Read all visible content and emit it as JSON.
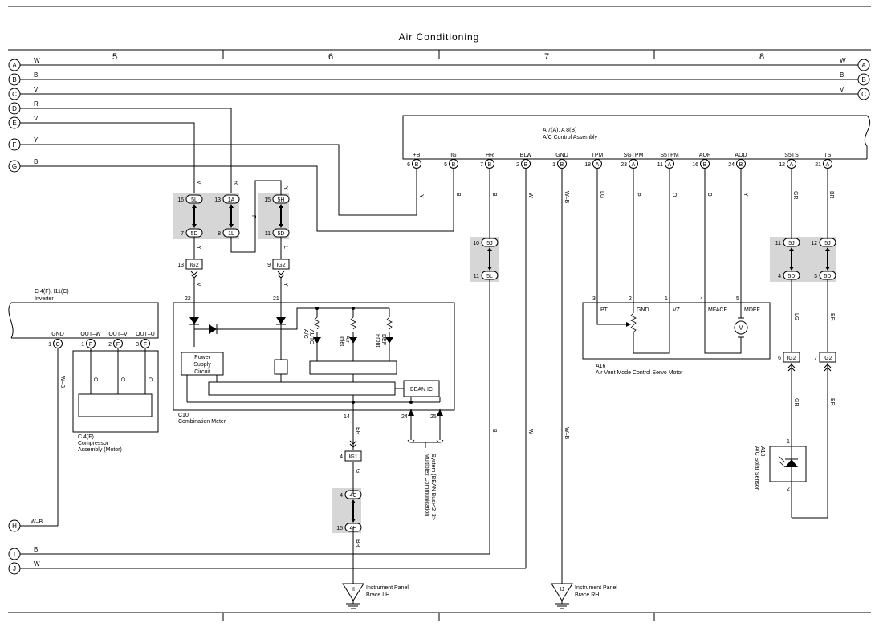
{
  "title": "Air Conditioning",
  "columns": [
    "5",
    "6",
    "7",
    "8"
  ],
  "bus_lines": [
    {
      "id": "A",
      "color": "W"
    },
    {
      "id": "B",
      "color": "B"
    },
    {
      "id": "C",
      "color": "V"
    }
  ],
  "left_terminals": [
    {
      "id": "D",
      "color": "R"
    },
    {
      "id": "E",
      "color": "V"
    },
    {
      "id": "F",
      "color": "Y"
    },
    {
      "id": "G",
      "color": "B"
    },
    {
      "id": "H",
      "color": "W–B"
    },
    {
      "id": "I",
      "color": "B"
    },
    {
      "id": "J",
      "color": "W"
    }
  ],
  "ac_control": {
    "title1": "A 7(A), A 8(B)",
    "title2": "A/C Control Assembly",
    "pins": [
      {
        "name": "+B",
        "num": "6",
        "conn": "B",
        "wire": "Y"
      },
      {
        "name": "IG",
        "num": "5",
        "conn": "B",
        "wire": "B"
      },
      {
        "name": "HR",
        "num": "7",
        "conn": "B",
        "wire": "B"
      },
      {
        "name": "BLW",
        "num": "2",
        "conn": "B",
        "wire": "W"
      },
      {
        "name": "GND",
        "num": "1",
        "conn": "B",
        "wire": "W–B"
      },
      {
        "name": "TPM",
        "num": "18",
        "conn": "A",
        "wire": "LG"
      },
      {
        "name": "SGTPM",
        "num": "23",
        "conn": "A",
        "wire": "P"
      },
      {
        "name": "S5TPM",
        "num": "11",
        "conn": "A",
        "wire": "O"
      },
      {
        "name": "AOF",
        "num": "16",
        "conn": "B",
        "wire": "B"
      },
      {
        "name": "AOD",
        "num": "24",
        "conn": "B",
        "wire": "Y"
      },
      {
        "name": "S5TS",
        "num": "12",
        "conn": "A",
        "wire": "GR"
      },
      {
        "name": "TS",
        "num": "21",
        "conn": "A",
        "wire": "BR"
      }
    ]
  },
  "junctions": [
    {
      "top": "5L",
      "top_num": "16",
      "bot": "5D",
      "bot_num": "7",
      "wire_in": "V",
      "wire_out": "Y"
    },
    {
      "top": "1A",
      "top_num": "13",
      "bot": "1L",
      "bot_num": "8",
      "wire_in": "R",
      "wire_out": "P"
    },
    {
      "top": "5H",
      "top_num": "15",
      "bot": "5D",
      "bot_num": "11",
      "wire_in": "Y",
      "wire_out": "L"
    },
    {
      "top": "5J",
      "top_num": "10",
      "bot": "5L",
      "bot_num": "11"
    },
    {
      "top": "5J",
      "top_num": "11",
      "bot": "5D",
      "bot_num": "4"
    },
    {
      "top": "5J",
      "top_num": "12",
      "bot": "5D",
      "bot_num": "3"
    },
    {
      "top": "4C",
      "top_num": "4",
      "bot": "4H",
      "bot_num": "15"
    }
  ],
  "ig_connectors": [
    {
      "num": "13",
      "label": "IG2",
      "wire": "V"
    },
    {
      "num": "9",
      "label": "IG2",
      "wire": "Y"
    },
    {
      "num": "6",
      "label": "IG2"
    },
    {
      "num": "7",
      "label": "IG2"
    },
    {
      "num": "4",
      "label": "IG1"
    }
  ],
  "inverter": {
    "title1": "C 4(F), I11(C)",
    "title2": "Inverter",
    "pins": [
      {
        "name": "GND",
        "num": "1",
        "conn": "C"
      },
      {
        "name": "OUT–W",
        "num": "1",
        "conn": "F"
      },
      {
        "name": "OUT–V",
        "num": "2",
        "conn": "F"
      },
      {
        "name": "OUT–U",
        "num": "3",
        "conn": "F"
      }
    ],
    "wire_labels": [
      "O",
      "O",
      "O"
    ],
    "gnd_wire": "W–B"
  },
  "compressor": {
    "line1": "C 4(F)",
    "line2": "Compressor",
    "line3": "Assembly (Motor)"
  },
  "combination_meter": {
    "id": "C10",
    "name": "Combination Meter",
    "pins": [
      "22",
      "21",
      "14",
      "24",
      "25"
    ],
    "power_supply": [
      "Power",
      "Supply",
      "Circuit"
    ],
    "bean_ic": "BEAN IC",
    "leds": [
      [
        "A/C",
        "AUTO"
      ],
      [
        "Inlet",
        "Air"
      ],
      [
        "Front",
        "DEF"
      ]
    ],
    "wire_14": "BR",
    "wire_ig1": "G",
    "wire_4h": "BR"
  },
  "multiplex_note": [
    "Multiplex Communication",
    "System (BEAN Bus)<2–3>"
  ],
  "servo_motor": {
    "id": "A16",
    "name": "Air Vent Mode Control Servo Motor",
    "pins": [
      {
        "num": "3",
        "name": "PT"
      },
      {
        "num": "2",
        "name": "GND"
      },
      {
        "num": "1",
        "name": "VZ"
      },
      {
        "num": "4",
        "name": "MFACE"
      },
      {
        "num": "5",
        "name": "MDEF"
      }
    ],
    "motor": "M"
  },
  "solar_sensor": {
    "id": "A10",
    "name": "A/C Solar Sensor",
    "pin_top": "1",
    "pin_bot": "2",
    "wire_a": "GR",
    "wire_b": "BR",
    "wire_c": "LG",
    "wire_d": "BR"
  },
  "vertical_wires": {
    "hr": "B",
    "blw": "W",
    "gnd": "W–B"
  },
  "grounds": [
    {
      "id": "II",
      "line1": "Instrument Panel",
      "line2": "Brace LH"
    },
    {
      "id": "IJ",
      "line1": "Instrument Panel",
      "line2": "Brace RH"
    }
  ]
}
